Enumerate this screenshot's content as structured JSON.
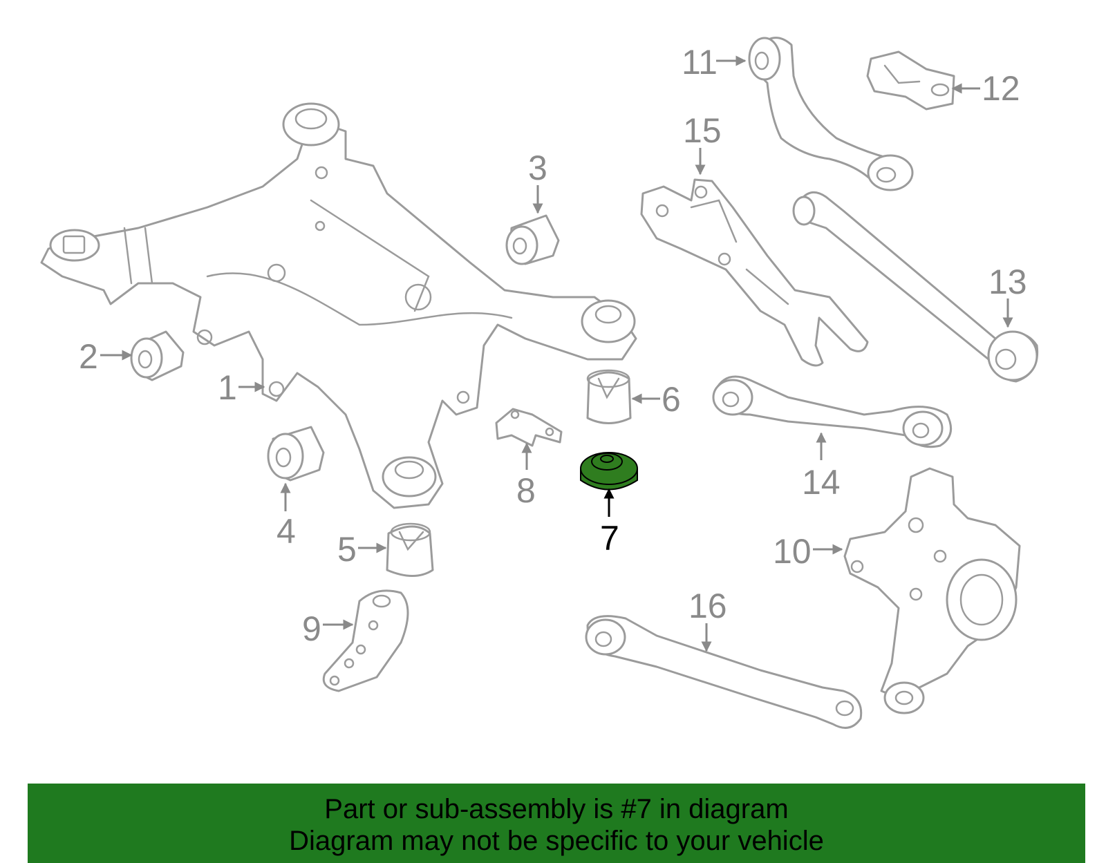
{
  "diagram": {
    "highlight_color": "#2f7d1f",
    "highlighted_part": "7",
    "callouts": [
      "1",
      "2",
      "3",
      "4",
      "5",
      "6",
      "7",
      "8",
      "9",
      "10",
      "11",
      "12",
      "13",
      "14",
      "15",
      "16"
    ]
  },
  "banner": {
    "background": "#1f7a1f",
    "line1": "Part or sub-assembly is #7 in diagram",
    "line2": "Diagram may not be specific to your vehicle"
  }
}
